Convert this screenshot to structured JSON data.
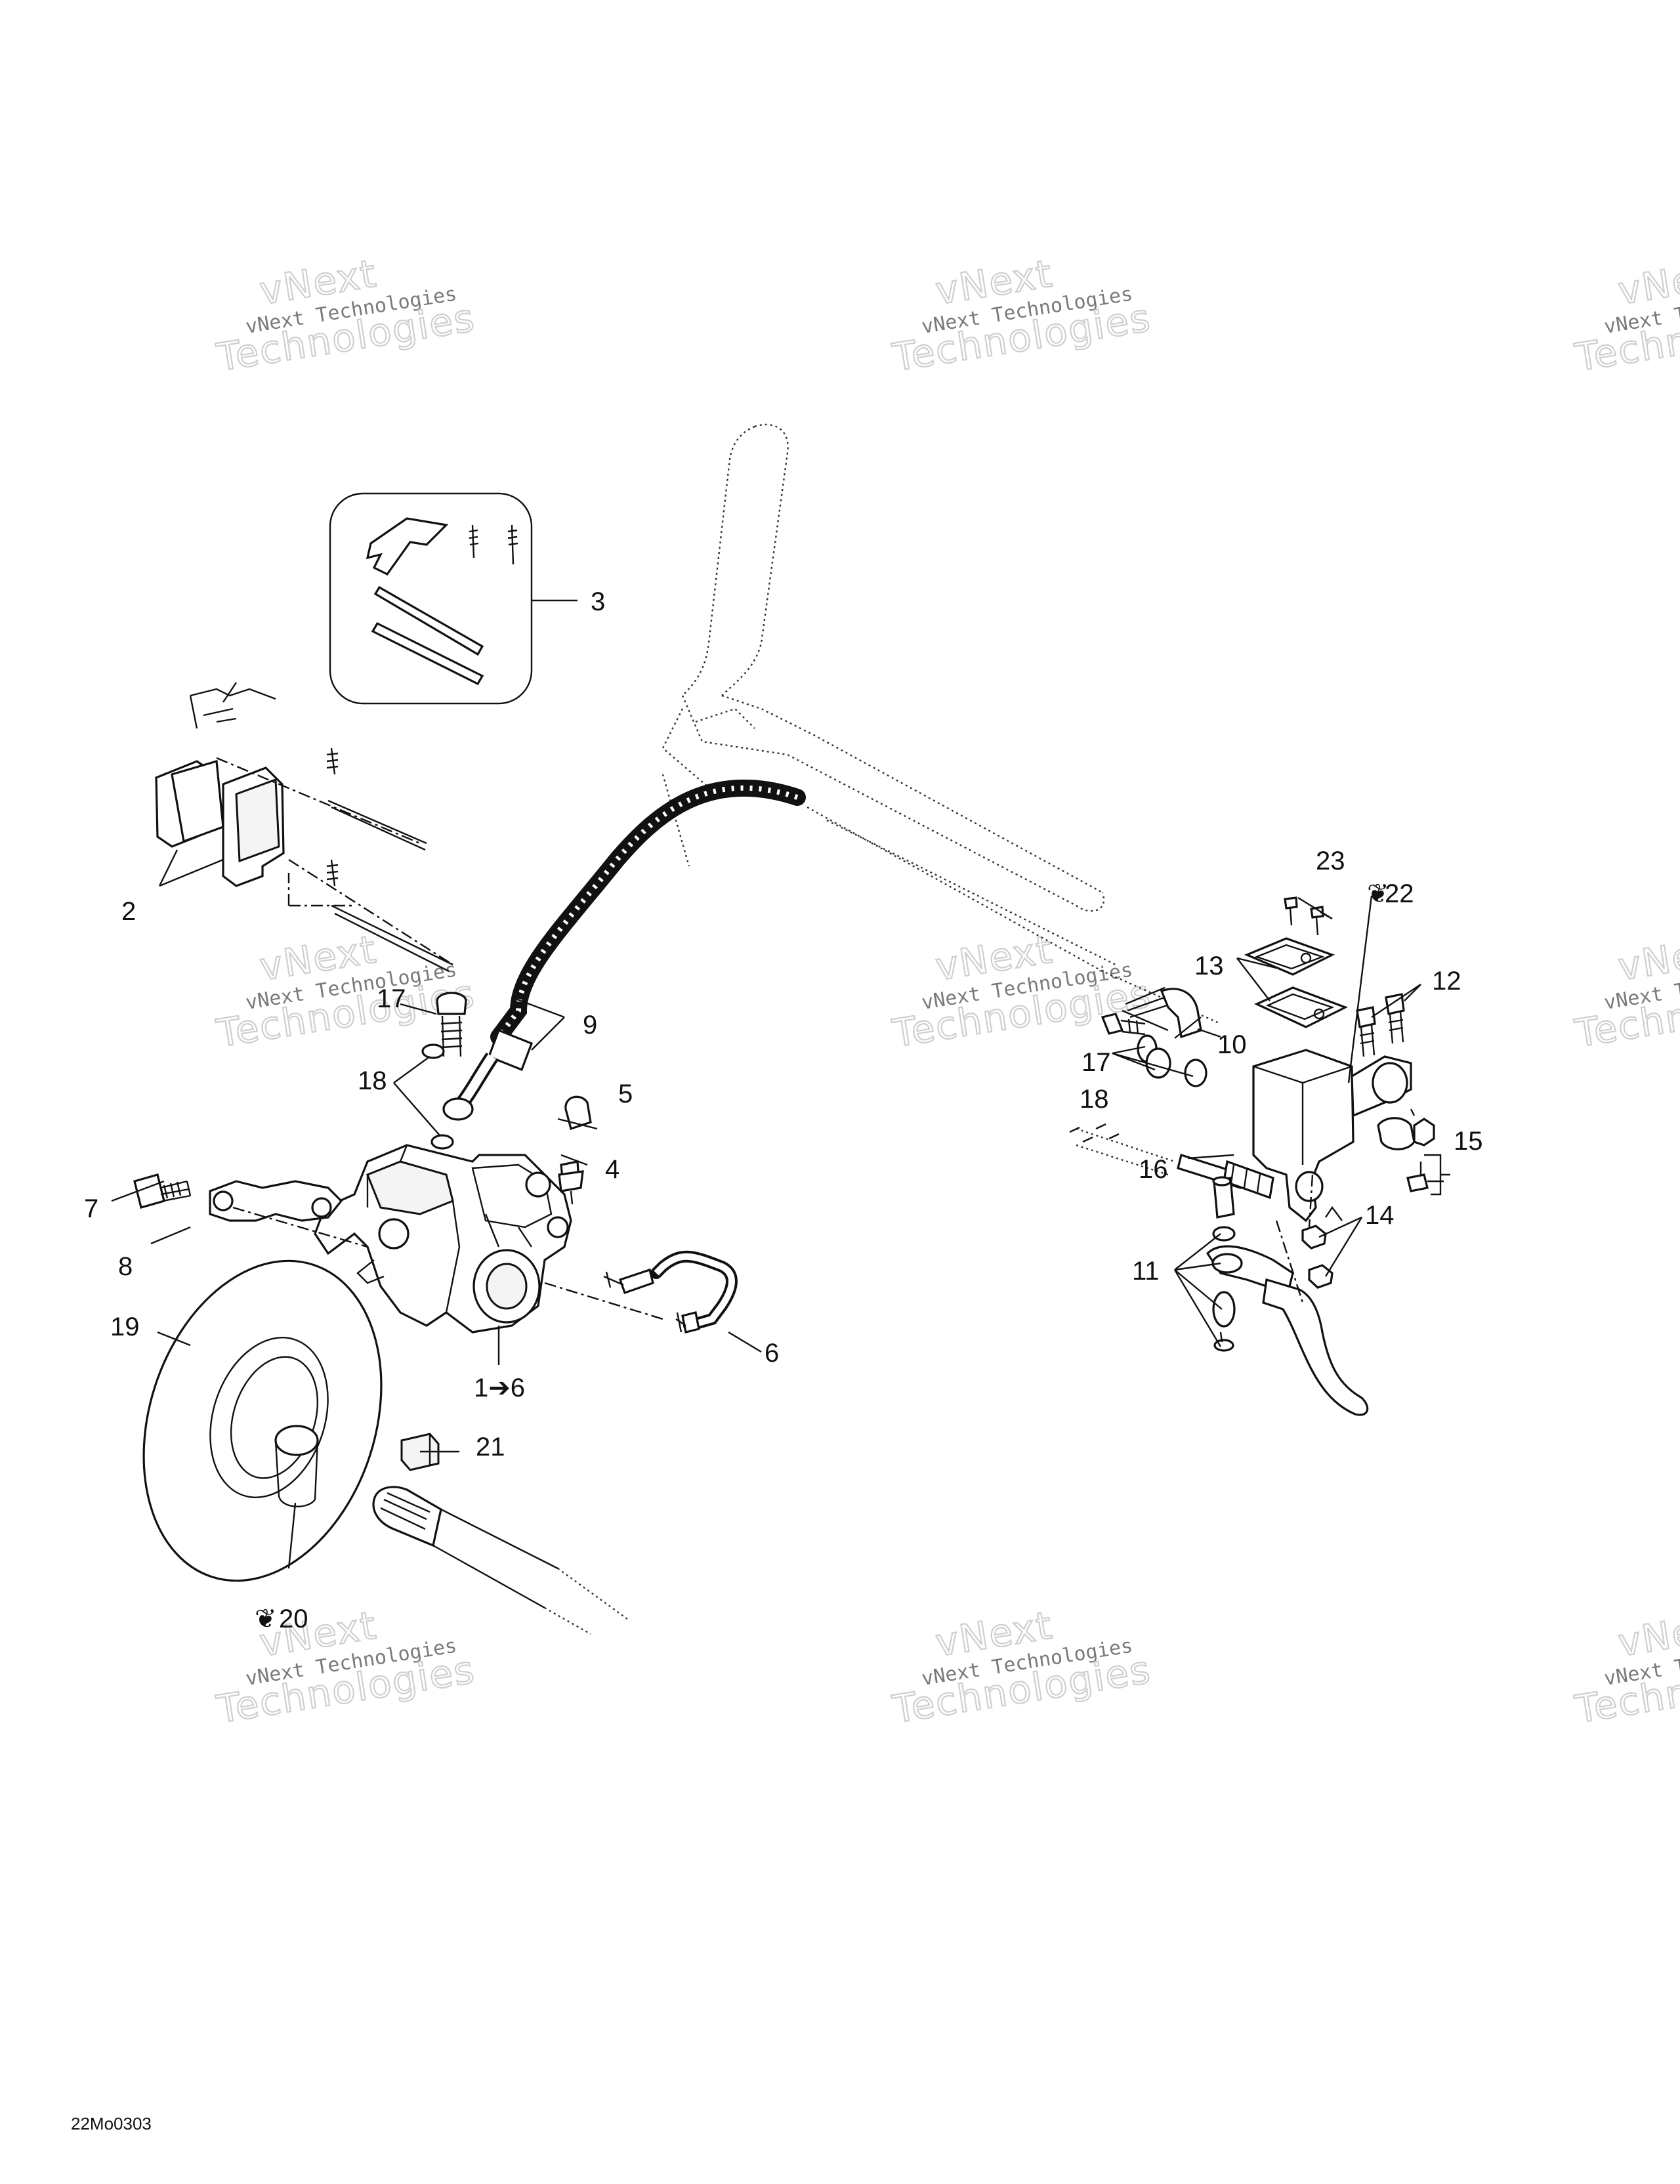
{
  "diagram": {
    "reference_code": "22Mo0303",
    "watermark_line1": "vNext",
    "watermark_line2": "vNext Technologies",
    "watermark_line3": "Technologies",
    "drop_symbol": "❦",
    "callouts": [
      {
        "id": "1",
        "text": "1➔6"
      },
      {
        "id": "2",
        "text": "2"
      },
      {
        "id": "3",
        "text": "3"
      },
      {
        "id": "4",
        "text": "4"
      },
      {
        "id": "5",
        "text": "5"
      },
      {
        "id": "6",
        "text": "6"
      },
      {
        "id": "7",
        "text": "7"
      },
      {
        "id": "8",
        "text": "8"
      },
      {
        "id": "9",
        "text": "9"
      },
      {
        "id": "10",
        "text": "10"
      },
      {
        "id": "11",
        "text": "11"
      },
      {
        "id": "12",
        "text": "12"
      },
      {
        "id": "13",
        "text": "13"
      },
      {
        "id": "14",
        "text": "14"
      },
      {
        "id": "15",
        "text": "15"
      },
      {
        "id": "16",
        "text": "16"
      },
      {
        "id": "17a",
        "text": "17"
      },
      {
        "id": "17b",
        "text": "17"
      },
      {
        "id": "18a",
        "text": "18"
      },
      {
        "id": "18b",
        "text": "18"
      },
      {
        "id": "19",
        "text": "19"
      },
      {
        "id": "20",
        "text": "20"
      },
      {
        "id": "21",
        "text": "21"
      },
      {
        "id": "22",
        "text": "22"
      },
      {
        "id": "23",
        "text": "23"
      }
    ]
  }
}
